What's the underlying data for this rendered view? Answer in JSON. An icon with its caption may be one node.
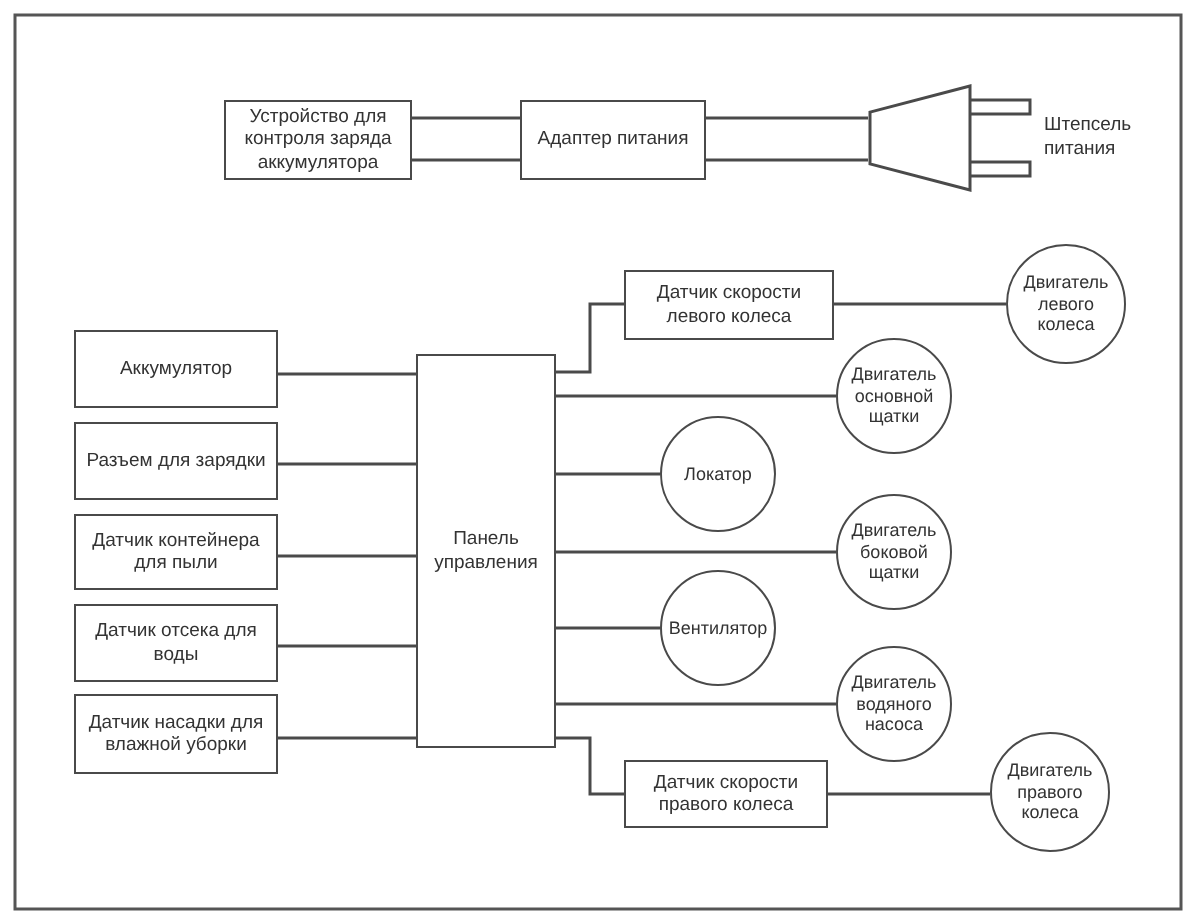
{
  "diagram": {
    "nodes": [
      {
        "text": [
          "Устройство для контроля заряда аккумулятора"
        ]
      },
      {
        "text": [
          "Адаптер питания"
        ]
      },
      {
        "text": [],
        "shape": "picture",
        "beside": [
          "Штепсель питания"
        ]
      },
      {
        "text": [
          "Аккумулятор"
        ]
      },
      {
        "text": [
          "Разъем для зарядки"
        ]
      },
      {
        "text": [
          "Датчик контейнера для пыли"
        ]
      },
      {
        "text": [
          "Датчик отсека для воды"
        ]
      },
      {
        "text": [
          "Датчик насадки для влажной уборки"
        ]
      },
      {
        "text": [
          "Панель управления"
        ]
      },
      {
        "text": [
          "Датчик скорости левого колеса"
        ]
      },
      {
        "text": [
          "Двигатель левого колеса"
        ]
      },
      {
        "text": [
          "Двигатель основной щатки"
        ]
      },
      {
        "text": [
          "Локатор"
        ]
      },
      {
        "text": [
          "Двигатель боковой щатки"
        ]
      },
      {
        "text": [
          "Вентилятор"
        ]
      },
      {
        "text": [
          "Двигатель водяного насоса"
        ]
      },
      {
        "text": [
          "Датчик скорости правого колеса"
        ]
      },
      {
        "text": [
          "Двигатель правого колеса"
        ]
      }
    ],
    "edges": [
      {
        "from": 0,
        "to": 1,
        "arrow": "none"
      },
      {
        "from": 0,
        "to": 1,
        "arrow": "none"
      },
      {
        "from": 1,
        "to": 2,
        "arrow": "none"
      },
      {
        "from": 1,
        "to": 2,
        "arrow": "none"
      },
      {
        "from": 3,
        "to": 8,
        "arrow": "none"
      },
      {
        "from": 4,
        "to": 8,
        "arrow": "none"
      },
      {
        "from": 5,
        "to": 8,
        "arrow": "none"
      },
      {
        "from": 6,
        "to": 8,
        "arrow": "none"
      },
      {
        "from": 7,
        "to": 8,
        "arrow": "none"
      },
      {
        "from": 8,
        "to": 9,
        "arrow": "none"
      },
      {
        "from": 9,
        "to": 10,
        "arrow": "none"
      },
      {
        "from": 8,
        "to": 11,
        "arrow": "none"
      },
      {
        "from": 8,
        "to": 12,
        "arrow": "none"
      },
      {
        "from": 8,
        "to": 13,
        "arrow": "none"
      },
      {
        "from": 8,
        "to": 14,
        "arrow": "none"
      },
      {
        "from": 8,
        "to": 15,
        "arrow": "none"
      },
      {
        "from": 8,
        "to": 16,
        "arrow": "none"
      },
      {
        "from": 16,
        "to": 17,
        "arrow": "none"
      }
    ]
  }
}
